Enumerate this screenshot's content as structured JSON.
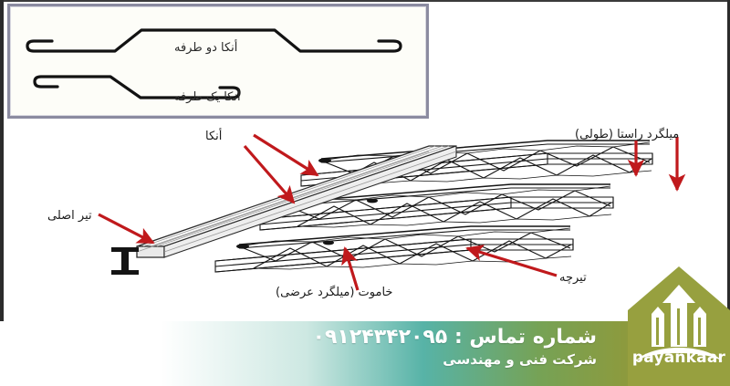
{
  "page": {
    "title": "payankaar",
    "direction": "rtl"
  },
  "colors": {
    "arrow_red": "#c0191c",
    "banner_teal": "#57b3a7",
    "banner_olive": "#97a03f",
    "logo_olive": "#97a03f",
    "inset_border": "#8b8ba0",
    "line_black": "#111111",
    "banner_text": "#ffffff"
  },
  "inset_panel": {
    "name": "anchor-types-inset",
    "labels": {
      "two_sided": "أنکا دو طرفه",
      "one_sided": "أنکا یک طرفه"
    }
  },
  "diagram": {
    "name": "joist-isometric-diagram",
    "labels": [
      {
        "id": "anka",
        "text": "أنکا",
        "arrows": 2
      },
      {
        "id": "main_beam",
        "text": "تیر اصلی",
        "arrows": 1
      },
      {
        "id": "rebar",
        "text": "میلگرد راستا (طولی)",
        "arrows": 2
      },
      {
        "id": "stirrup",
        "text": "خاموت (میلگرد عرضی)",
        "arrows": 1
      },
      {
        "id": "joist",
        "text": "تیرچه",
        "arrows": 1
      }
    ],
    "joist_count": 3
  },
  "banner": {
    "contact_line": "شماره تماس : ۰۹۱۲۴۳۴۲۰۹۵",
    "phone": "۰۹۱۲۴۳۴۲۰۹۵",
    "company_line": "شرکت فنی و مهندسی"
  },
  "logo": {
    "wordmark": "payankaar",
    "icon": "building-arrow-roof-icon"
  }
}
